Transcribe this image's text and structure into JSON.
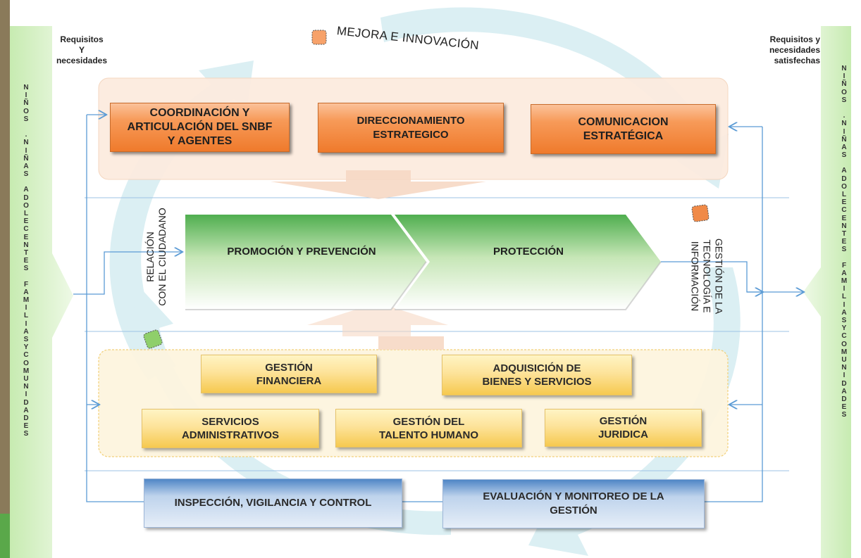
{
  "left_column": {
    "vertical_text": "NIÑOS .NIÑAS ADOLECENTES FAMILIASYCOMUNIDADES"
  },
  "right_column": {
    "vertical_text": "NIÑOS .NIÑAS ADOLECENTES FAMILIASYCOMUNIDADES"
  },
  "labels": {
    "inputs": "Requisitos\nY\nnecesidades",
    "outputs": "Requisitos y\nnecesidades\nsatisfechas",
    "cycle_title": "MEJORA E INNOVACIÓN",
    "citizen_relation": "RELACIÓN\nCON EL CIUDADANO",
    "tech_info": "GESTIÓN DE LA\nTECNOLOGÍA E\nINFORMACIÓN"
  },
  "strategic": {
    "boxes": [
      "COORDINACIÓN Y\nARTICULACIÓN DEL SNBF\nY AGENTES",
      "DIRECCIONAMIENTO\nESTRATEGICO",
      "COMUNICACION\nESTRATÉGICA"
    ]
  },
  "mission": {
    "chevrons": [
      "PROMOCIÓN Y PREVENCIÓN",
      "PROTECCIÓN"
    ]
  },
  "support": {
    "boxes": [
      "GESTIÓN\nFINANCIERA",
      "ADQUISICIÓN DE\nBIENES Y SERVICIOS",
      "SERVICIOS\nADMINISTRATIVOS",
      "GESTIÓN DEL\nTALENTO HUMANO",
      "GESTIÓN\nJURIDICA"
    ]
  },
  "evaluation": {
    "boxes": [
      "INSPECCIÓN, VIGILANCIA Y CONTROL",
      "EVALUACIÓN Y MONITOREO DE LA\nGESTIÓN"
    ]
  },
  "colors": {
    "strategic": "#ef7a2c",
    "mission": "#5cb85c",
    "support": "#f6c94f",
    "evaluation": "#4f86c6",
    "cycle": "#d6eef2",
    "connector": "#5b9bd5",
    "side_column": "#d9f0c6"
  },
  "icons": [
    "cycle-arrow-icon",
    "orange-square-icon",
    "green-square-icon"
  ]
}
